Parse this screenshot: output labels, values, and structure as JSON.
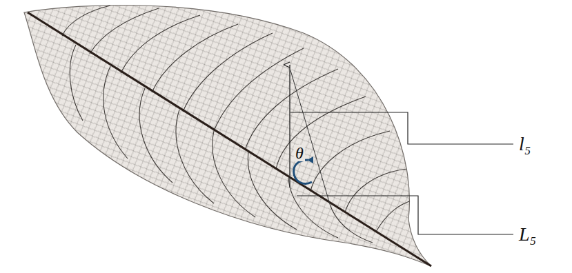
{
  "diagram": {
    "labels": [
      "θ",
      "l₅",
      "L₅"
    ]
  }
}
